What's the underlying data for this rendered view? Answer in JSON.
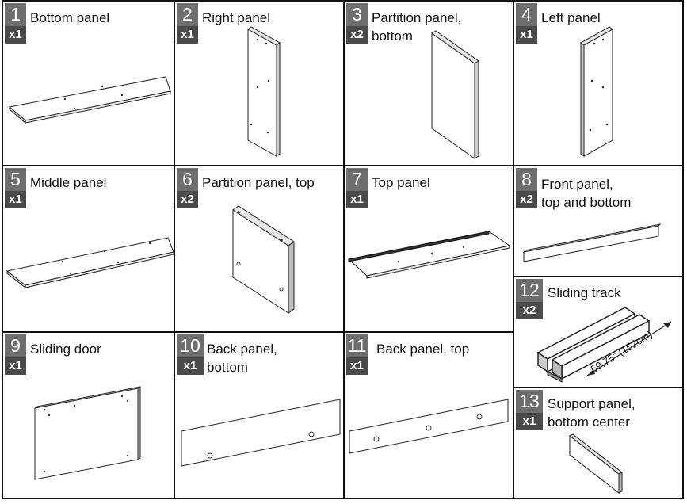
{
  "parts": [
    {
      "number": "1",
      "quantity": "x1",
      "name_lines": [
        "Bottom panel"
      ],
      "illustration": "long-flat-panel"
    },
    {
      "number": "2",
      "quantity": "x1",
      "name_lines": [
        "Right panel"
      ],
      "illustration": "tall-panel-with-holes"
    },
    {
      "number": "3",
      "quantity": "x2",
      "name_lines": [
        "Partition panel,",
        "bottom"
      ],
      "illustration": "tall-panel-plain"
    },
    {
      "number": "4",
      "quantity": "x1",
      "name_lines": [
        "Left panel"
      ],
      "illustration": "tall-panel-with-holes"
    },
    {
      "number": "5",
      "quantity": "x1",
      "name_lines": [
        "Middle panel"
      ],
      "illustration": "long-flat-panel"
    },
    {
      "number": "6",
      "quantity": "x2",
      "name_lines": [
        "Partition panel, top"
      ],
      "illustration": "square-panel"
    },
    {
      "number": "7",
      "quantity": "x1",
      "name_lines": [
        "Top panel"
      ],
      "illustration": "long-flat-panel-dark-edge"
    },
    {
      "number": "8",
      "quantity": "x2",
      "name_lines": [
        "Front panel,",
        "top and bottom"
      ],
      "illustration": "thin-strip"
    },
    {
      "number": "9",
      "quantity": "x1",
      "name_lines": [
        "Sliding door"
      ],
      "illustration": "door-panel"
    },
    {
      "number": "10",
      "quantity": "x1",
      "name_lines": [
        "Back panel,",
        "bottom"
      ],
      "illustration": "back-panel-two-holes"
    },
    {
      "number": "11",
      "quantity": "x1",
      "name_lines": [
        "Back panel, top"
      ],
      "illustration": "back-panel-three-holes"
    },
    {
      "number": "12",
      "quantity": "x2",
      "name_lines": [
        "Sliding track"
      ],
      "illustration": "track",
      "dimension": "59.75\" (152cm)"
    },
    {
      "number": "13",
      "quantity": "x1",
      "name_lines": [
        "Support panel,",
        "bottom center"
      ],
      "illustration": "small-panel"
    }
  ]
}
